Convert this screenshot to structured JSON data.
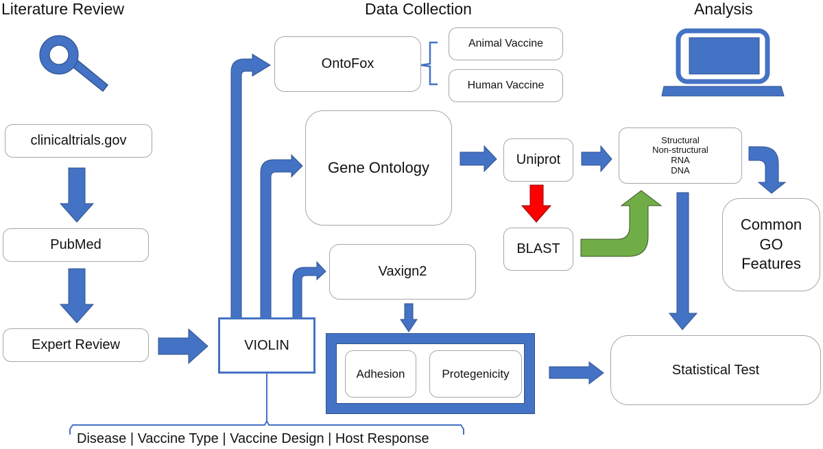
{
  "sections": {
    "literature_review": "Literature Review",
    "data_collection": "Data Collection",
    "analysis": "Analysis"
  },
  "icons": {
    "literature": "magnifier-icon",
    "analysis": "laptop-icon"
  },
  "nodes": {
    "clinicaltrials": "clinicaltrials.gov",
    "pubmed": "PubMed",
    "expert_review": "Expert Review",
    "violin": "VIOLIN",
    "ontofox": "OntoFox",
    "animal_vaccine": "Animal Vaccine",
    "human_vaccine": "Human Vaccine",
    "gene_ontology": "Gene Ontology",
    "uniprot": "Uniprot",
    "blast": "BLAST",
    "vaxign2": "Vaxign2",
    "adhesion": "Adhesion",
    "protegenicity": "Protegenicity",
    "categories": [
      "Structural",
      "Non-structural",
      "RNA",
      "DNA"
    ],
    "common_go": [
      "Common",
      "GO",
      "Features"
    ],
    "statistical_test": "Statistical Test"
  },
  "violin_attributes": "Disease | Vaccine Type | Vaccine Design | Host Response",
  "colors": {
    "primary_blue": "#4472C4",
    "blast_arrow_red": "#FF0000",
    "blast_output_green": "#70AD47",
    "box_border": "#A6A6A6"
  }
}
